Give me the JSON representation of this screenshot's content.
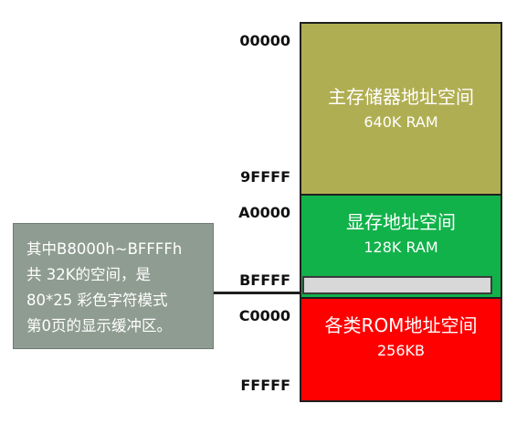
{
  "address_labels": {
    "a00000": "00000",
    "a9ffff": "9FFFF",
    "aa0000": "A0000",
    "abffff": "BFFFF",
    "ac0000": "C0000",
    "affff": "FFFFF"
  },
  "blocks": {
    "main": {
      "title": "主存储器地址空间",
      "size": "640K RAM",
      "color": "#b0ae52"
    },
    "vram": {
      "title": "显存地址空间",
      "size": "128K RAM",
      "color": "#11b24a"
    },
    "rom": {
      "title": "各类ROM地址空间",
      "size": "256KB",
      "color": "#ff0000"
    }
  },
  "note": {
    "lines": [
      "其中B8000h~BFFFFh",
      "共 32K的空间，是",
      "80*25 彩色字符模式",
      "第0页的显示缓冲区。"
    ]
  }
}
